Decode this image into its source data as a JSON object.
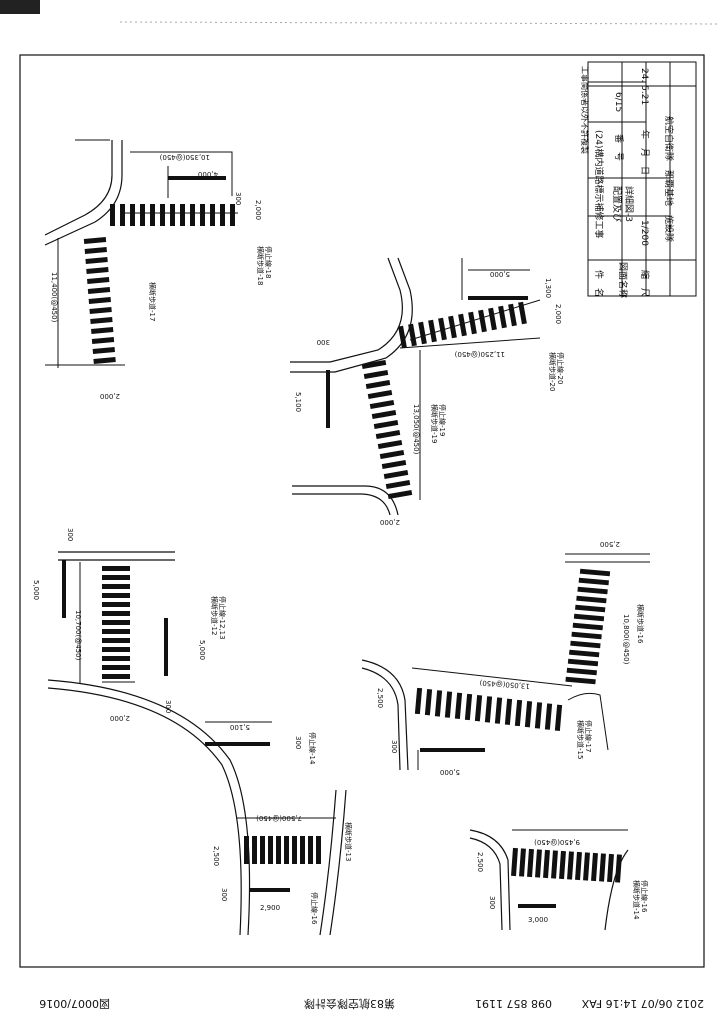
{
  "title_block": {
    "copy_note": "工事関係者以外不許複製",
    "item_label": "件　名",
    "item_value": "(24)構内道路標示補修工事",
    "drawing_label": "図面名称",
    "drawing_value_1": "配置及び",
    "drawing_value_2": "詳細図-3",
    "number_label": "番　号",
    "number_value": "6/15",
    "scale_label": "縮　尺",
    "scale_value": "1/200",
    "date_label": "年　月　日",
    "date_value": "24. 5.21",
    "org_1": "航空自衛隊　那覇基地　施設隊"
  },
  "fax_footer": {
    "datetime": "2012 06/07 14:16 FAX",
    "phone": "098 857 1191",
    "sender": "第83航空隊会計隊",
    "page": "図0007/0016"
  },
  "details": {
    "d17_18": {
      "dim_top": "10,350(@450)",
      "dim_4000": "4,000",
      "dim_300": "300",
      "dim_2000": "2,000",
      "dim_left": "11,400(@450)",
      "dim_bottom": "2,000",
      "label_17": "横断歩道-17",
      "label_18a": "横断歩道-18",
      "label_18b": "停止線-18"
    },
    "d19_20": {
      "dim_5000": "5,000",
      "dim_1300": "1,300",
      "dim_2000": "2,000",
      "dim_11250": "11,250(@450)",
      "dim_300": "300",
      "dim_5100": "5,100",
      "dim_13050": "13,050(@450)",
      "dim_2000b": "2,000",
      "label_19a": "横断歩道-19",
      "label_19b": "停止線-19",
      "label_20a": "横断歩道-20",
      "label_20b": "停止線-20"
    },
    "d12_13": {
      "dim_300": "300",
      "dim_5000a": "5,000",
      "dim_10700": "10,700(@450)",
      "dim_5000b": "5,000",
      "dim_2000": "2,000",
      "dim_300b": "300",
      "label_12a": "横断歩道-12",
      "label_12b": "停止線-12,13"
    },
    "d14": {
      "dim_5100": "5,100",
      "dim_300": "300",
      "label": "停止線-14"
    },
    "d13_16": {
      "dim_7500": "7,500(@450)",
      "dim_2500": "2,500",
      "dim_300": "300",
      "dim_2900": "2,900",
      "label_13": "横断歩道-13",
      "label_16": "停止線-16"
    },
    "d15_17": {
      "dim_2500": "2,500",
      "dim_10800": "10,800(@450)",
      "dim_13050": "13,050(@450)",
      "dim_2500b": "2,500",
      "dim_300": "300",
      "dim_5000": "5,000",
      "label_16": "横断歩道-16",
      "label_15a": "横断歩道-15",
      "label_15b": "停止線-17"
    },
    "d14_16": {
      "dim_9450": "9,450(@450)",
      "dim_2500": "2,500",
      "dim_300": "300",
      "dim_3000": "3,000",
      "label_a": "横断歩道-14",
      "label_b": "停止線-16"
    }
  }
}
